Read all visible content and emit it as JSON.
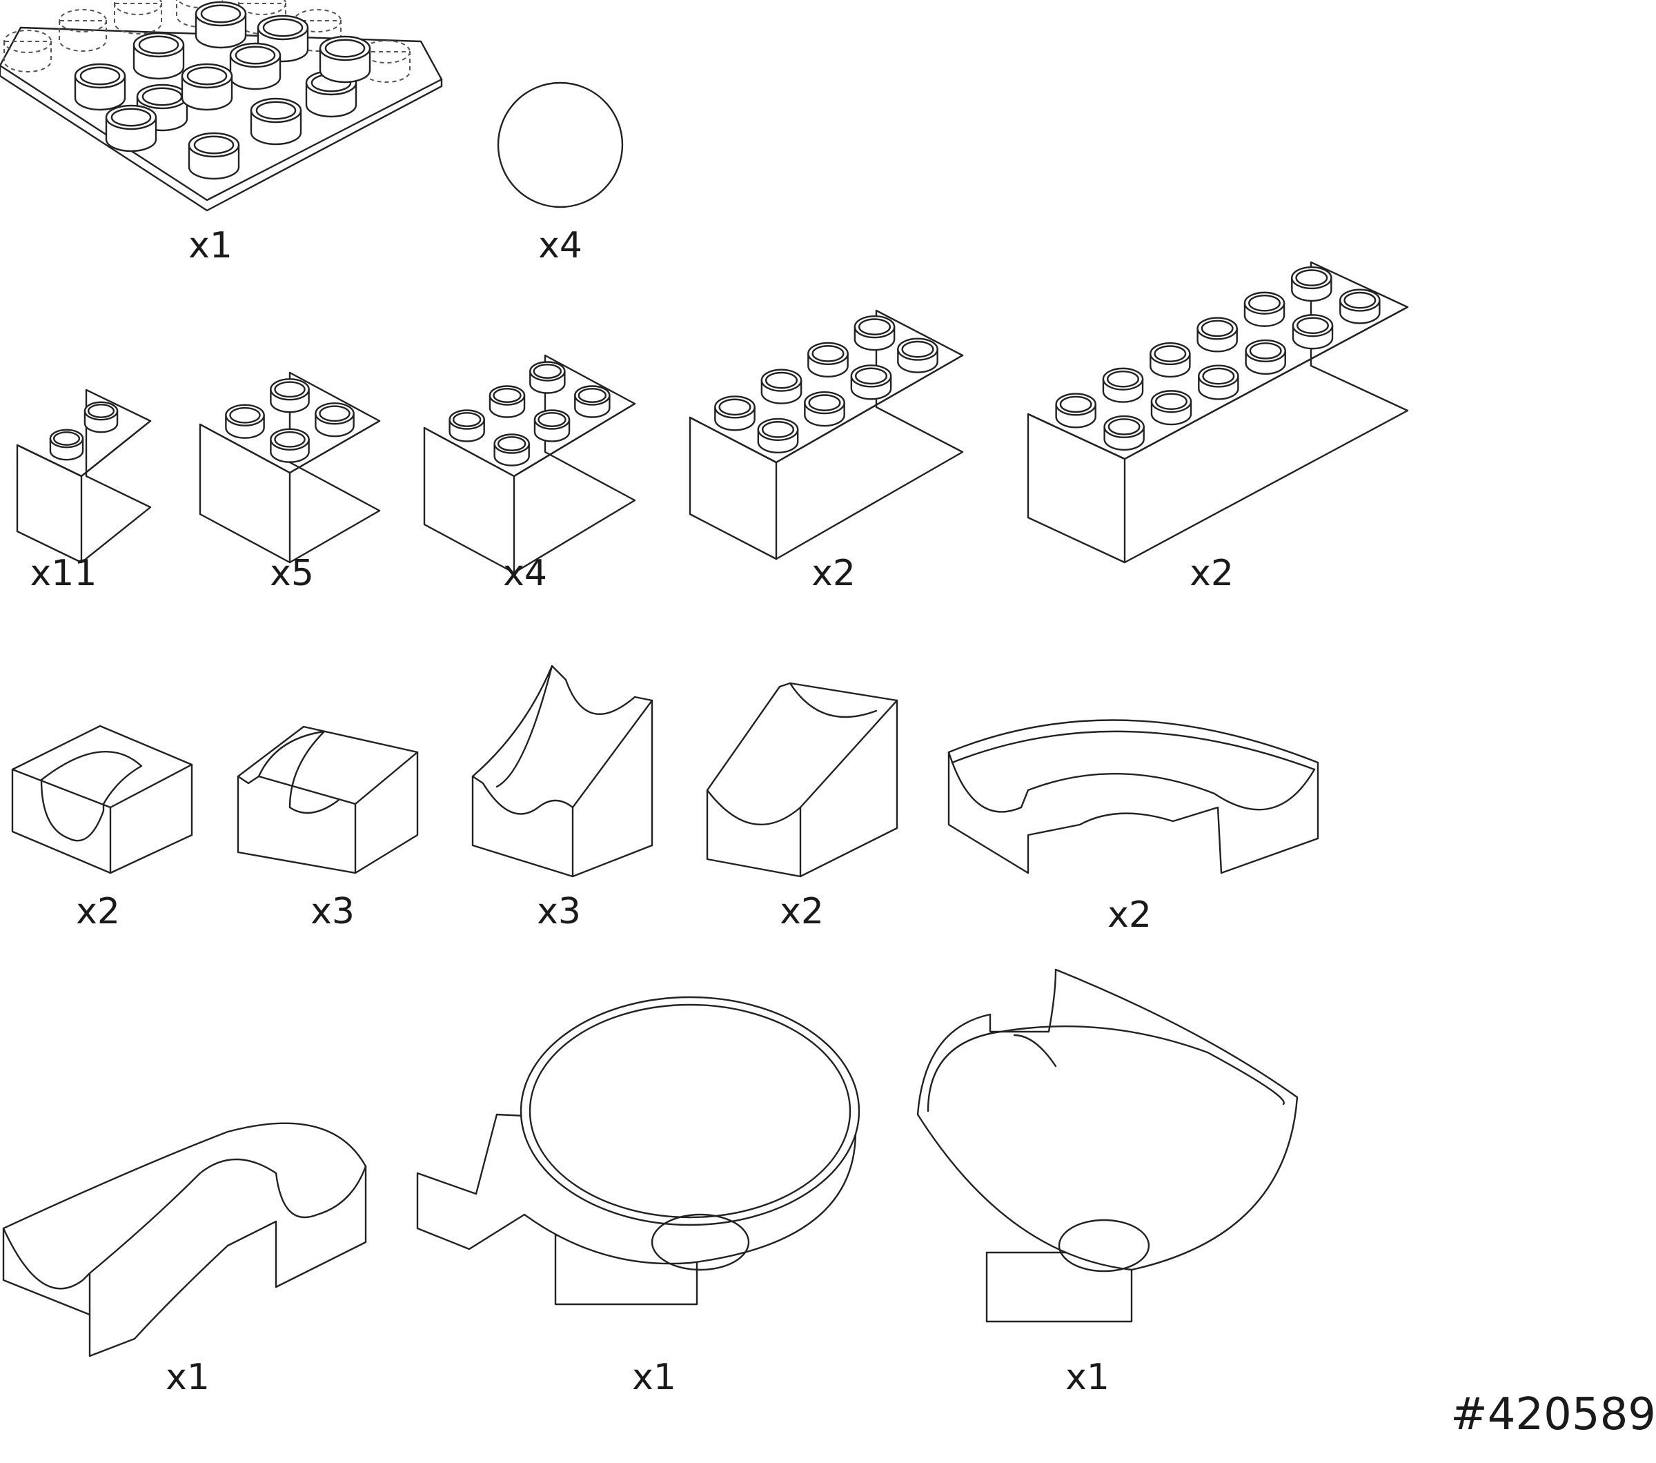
{
  "parts": [
    {
      "id": "baseplate",
      "qty": "x1"
    },
    {
      "id": "ball",
      "qty": "x4"
    },
    {
      "id": "brick-2x1",
      "qty": "x11"
    },
    {
      "id": "brick-2x2",
      "qty": "x5"
    },
    {
      "id": "brick-2x3",
      "qty": "x4"
    },
    {
      "id": "brick-2x4",
      "qty": "x2"
    },
    {
      "id": "brick-2x6",
      "qty": "x2"
    },
    {
      "id": "curve-end",
      "qty": "x2"
    },
    {
      "id": "curve-corner",
      "qty": "x3"
    },
    {
      "id": "ramp-tall",
      "qty": "x3"
    },
    {
      "id": "straight-track",
      "qty": "x2"
    },
    {
      "id": "curved-track",
      "qty": "x2"
    },
    {
      "id": "s-track",
      "qty": "x1"
    },
    {
      "id": "funnel-large",
      "qty": "x1"
    },
    {
      "id": "funnel-chute",
      "qty": "x1"
    }
  ],
  "set_number": "#420589"
}
